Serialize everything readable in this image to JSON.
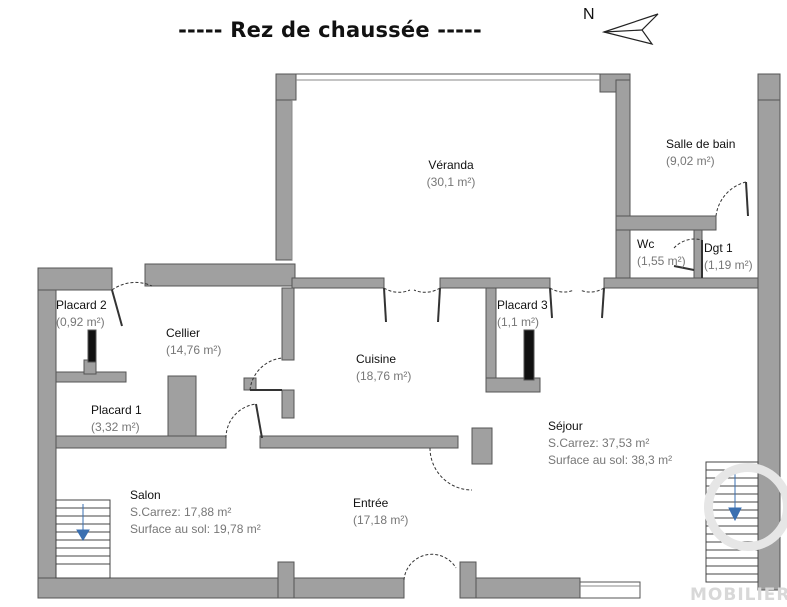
{
  "title": "-----   Rez de chaussée   -----",
  "north_label": "N",
  "watermark": "MOBILIER",
  "colors": {
    "wall": "#9a9a9a",
    "wall_stroke": "#555555",
    "text": "#111111",
    "area_text": "#777777",
    "stair_arrow": "#3a6fb0"
  },
  "rooms": {
    "veranda": {
      "name": "Véranda",
      "area": "(30,1 m²)"
    },
    "salle_bain": {
      "name": "Salle de bain",
      "area": "(9,02 m²)"
    },
    "wc": {
      "name": "Wc",
      "area": "(1,55 m²)"
    },
    "dgt1": {
      "name": "Dgt 1",
      "area": "(1,19 m²)"
    },
    "placard2": {
      "name": "Placard 2",
      "area": "(0,92 m²)"
    },
    "cellier": {
      "name": "Cellier",
      "area": "(14,76 m²)"
    },
    "cuisine": {
      "name": "Cuisine",
      "area": "(18,76 m²)"
    },
    "placard3": {
      "name": "Placard 3",
      "area": "(1,1 m²)"
    },
    "placard1": {
      "name": "Placard 1",
      "area": "(3,32 m²)"
    },
    "sejour": {
      "name": "Séjour",
      "carrez": "S.Carrez: 37,53 m²",
      "surface": "Surface au sol: 38,3 m²"
    },
    "salon": {
      "name": "Salon",
      "carrez": "S.Carrez: 17,88 m²",
      "surface": "Surface au sol: 19,78 m²"
    },
    "entree": {
      "name": "Entrée",
      "area": "(17,18 m²)"
    }
  }
}
